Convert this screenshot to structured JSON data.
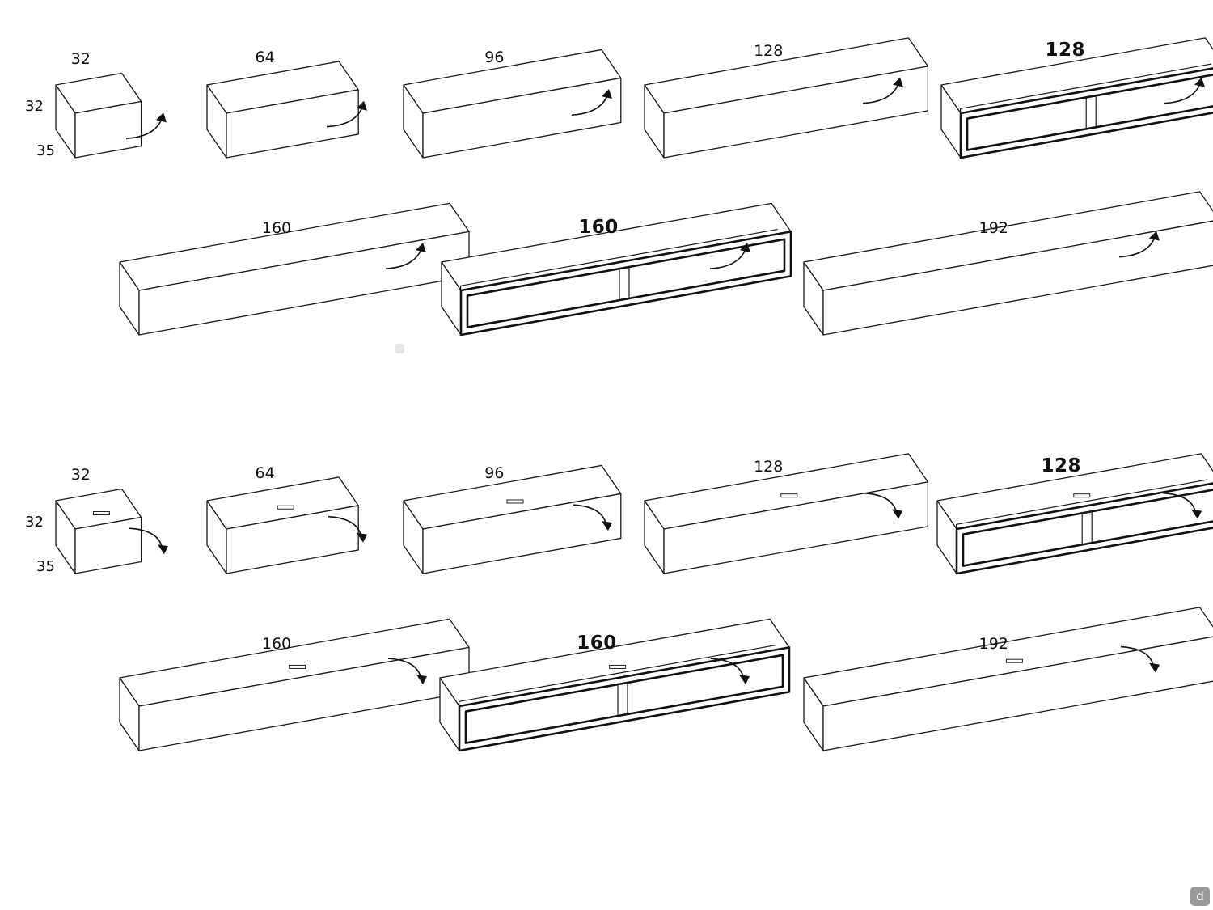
{
  "units_legend": {
    "height": "32",
    "depth": "35"
  },
  "rows": [
    {
      "opening": "lift-up",
      "has_handle": false,
      "modules": [
        {
          "width": "32",
          "type": "closed"
        },
        {
          "width": "64",
          "type": "closed"
        },
        {
          "width": "96",
          "type": "closed"
        },
        {
          "width": "128",
          "type": "closed"
        },
        {
          "width": "128",
          "type": "glass-frame"
        }
      ]
    },
    {
      "opening": "lift-up",
      "has_handle": false,
      "modules": [
        {
          "width": "160",
          "type": "closed"
        },
        {
          "width": "160",
          "type": "glass-frame"
        },
        {
          "width": "192",
          "type": "closed"
        }
      ]
    },
    {
      "opening": "flap-down",
      "has_handle": true,
      "modules": [
        {
          "width": "32",
          "type": "closed"
        },
        {
          "width": "64",
          "type": "closed"
        },
        {
          "width": "96",
          "type": "closed"
        },
        {
          "width": "128",
          "type": "closed"
        },
        {
          "width": "128",
          "type": "glass-frame"
        }
      ]
    },
    {
      "opening": "flap-down",
      "has_handle": true,
      "modules": [
        {
          "width": "160",
          "type": "closed"
        },
        {
          "width": "160",
          "type": "glass-frame"
        },
        {
          "width": "192",
          "type": "closed"
        }
      ]
    }
  ],
  "watermark": {
    "letter": "d"
  }
}
